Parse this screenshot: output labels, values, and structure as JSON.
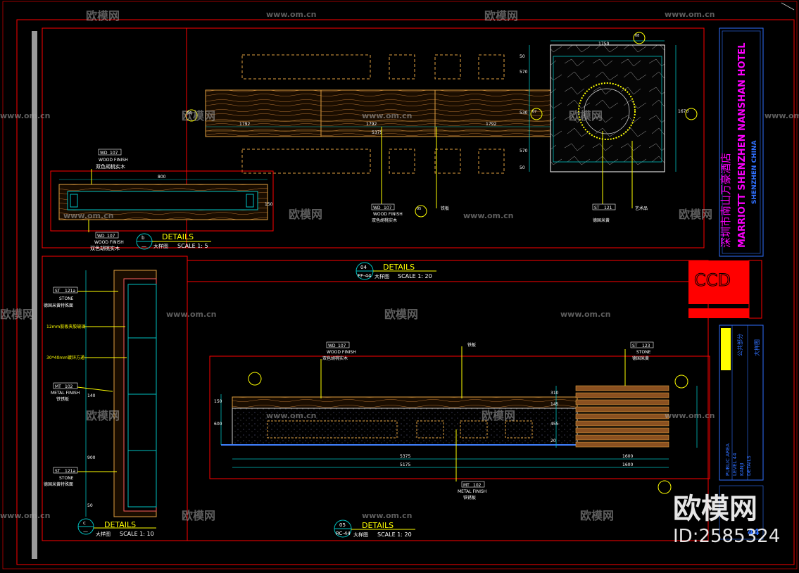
{
  "watermark": {
    "brand": "欧模网",
    "url": "www.om.cn",
    "id_text": "ID:2585324"
  },
  "title_block": {
    "hotel_cn": "深圳市南山万豪酒店",
    "hotel_en_1": "MARRIOTT SHENZHEN NANSHAN HOTEL",
    "hotel_en_2": "SHENZHEN CHINA",
    "firm": "CCD",
    "area_cn": "公共部分",
    "area_en": "PUBLIC AREA",
    "level": "LEVEL 44",
    "room": "KANJI",
    "sheet_type": "DETAILS",
    "sheet_type_cn": "大样图",
    "badge_number": "44"
  },
  "plan_view": {
    "dims_top": [
      "1792",
      "1792",
      "1792"
    ],
    "dim_total": "5375",
    "stone_dims": {
      "width": "1750",
      "height": "1670",
      "top": "570",
      "mid": "530",
      "bottom": "570",
      "small_a": "50",
      "small_b": "50"
    },
    "section_tags": [
      {
        "num": "06",
        "sheet": "—"
      },
      {
        "num": "07",
        "sheet": "—"
      },
      {
        "num": "08",
        "sheet": "—"
      },
      {
        "num": "05",
        "sheet": "—"
      }
    ],
    "callouts": [
      {
        "code": "WD",
        "num": "107",
        "en": "WOOD FINISH",
        "cn": "双色胡桃实木"
      },
      {
        "code": "",
        "num": "",
        "en": "",
        "cn": "铁板"
      },
      {
        "code": "ST",
        "num": "121",
        "en": "",
        "cn": "德国米黄"
      },
      {
        "code": "",
        "num": "",
        "en": "",
        "cn": "艺术品"
      }
    ],
    "detail": {
      "tag": "04",
      "sheet": "FF-44",
      "title": "DETAILS",
      "cn": "大样图",
      "scale": "SCALE 1: 20"
    }
  },
  "detail_b": {
    "dim_width": "800",
    "dim_height": "150",
    "callout_top": {
      "code": "WD",
      "num": "107",
      "en": "WOOD FINISH",
      "cn": "双色胡桃实木"
    },
    "callout_bottom": {
      "code": "WD",
      "num": "107",
      "en": "WOOD FINISH",
      "cn": "双色胡桃实木"
    },
    "title": {
      "tag": "b",
      "sheet": "—",
      "title": "DETAILS",
      "cn": "大样图",
      "scale": "SCALE 1: 5"
    }
  },
  "detail_c": {
    "callouts": [
      {
        "code": "ST",
        "num": "121a",
        "en": "STONE",
        "cn": "德国米黄特殊面"
      },
      {
        "code": "",
        "num": "",
        "en": "",
        "cn": "12mm胶板夹胶玻璃"
      },
      {
        "code": "",
        "num": "",
        "en": "",
        "cn": "30*40mm镀锌方通"
      },
      {
        "code": "MT",
        "num": "102",
        "en": "METAL FINISH",
        "cn": "铁锈板"
      },
      {
        "code": "ST",
        "num": "121a",
        "en": "STONE",
        "cn": "德国米黄特殊面"
      }
    ],
    "dims": [
      "140",
      "900",
      "50"
    ],
    "title": {
      "tag": "c",
      "sheet": "—",
      "title": "DETAILS",
      "cn": "大样图",
      "scale": "SCALE 1: 10"
    }
  },
  "elevation": {
    "callouts": [
      {
        "code": "WD",
        "num": "107",
        "en": "WOOD FINISH",
        "cn": "双色胡桃实木"
      },
      {
        "code": "",
        "num": "",
        "en": "",
        "cn": "铁板"
      },
      {
        "code": "ST",
        "num": "123",
        "en": "STONE",
        "cn": "德国米黄"
      },
      {
        "code": "MT",
        "num": "102",
        "en": "METAL FINISH",
        "cn": "铁锈板"
      }
    ],
    "dims_bottom": [
      "5375",
      "5175",
      "1600",
      "1600"
    ],
    "dims_left": [
      "150",
      "600"
    ],
    "dims_right": [
      "310",
      "145",
      "455",
      "20"
    ],
    "title": {
      "tag": "05",
      "sheet": "RC-44",
      "title": "DETAILS",
      "cn": "大样图",
      "scale": "SCALE 1: 20"
    }
  },
  "colors": {
    "frame_red": "#ff0000",
    "wood": "#e0a040",
    "cyan": "#00c0c0",
    "yellow": "#ffff00",
    "magenta": "#ff00ff",
    "blue": "#4080ff"
  }
}
